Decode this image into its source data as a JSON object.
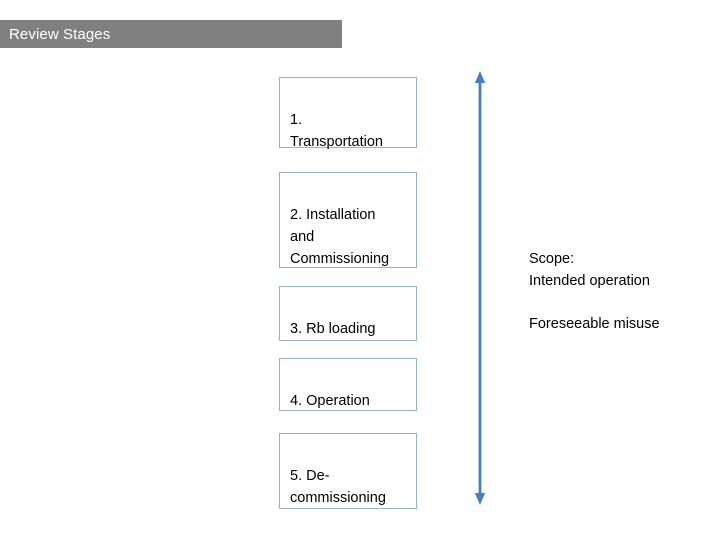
{
  "slide": {
    "title": "Review Stages",
    "title_bar_color": "#808080",
    "title_text_color": "#FFFFFF",
    "background_color": "#FFFFFF"
  },
  "stages": {
    "box_border_color": "#93B3C3",
    "items": [
      {
        "id": "stage-1",
        "text": "1.\nTransportation"
      },
      {
        "id": "stage-2",
        "text": "2. Installation\nand\nCommissioning"
      },
      {
        "id": "stage-3",
        "text": "3. Rb loading"
      },
      {
        "id": "stage-4",
        "text": "4. Operation"
      },
      {
        "id": "stage-5",
        "text": "5. De-\ncommissioning"
      }
    ]
  },
  "arrow": {
    "name": "double-headed-vertical-arrow",
    "color": "#4A7EBB",
    "direction": "both"
  },
  "scope_notes": [
    {
      "id": "scope-note-intended",
      "text": "Scope:\nIntended operation"
    },
    {
      "id": "scope-note-misuse",
      "text": "Foreseeable misuse"
    }
  ]
}
